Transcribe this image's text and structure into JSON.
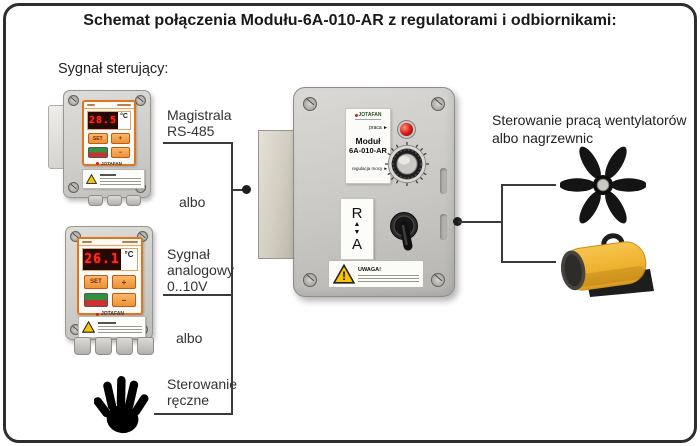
{
  "title": "Schemat połączenia Modułu-6A-010-AR z regulatorami i odbiornikami:",
  "signal_heading": "Sygnał sterujący:",
  "labels": {
    "rs485_line1": "Magistrala",
    "rs485_line2": "RS-485",
    "or1": "albo",
    "analog_line1": "Sygnał",
    "analog_line2": "analogowy",
    "analog_line3": "0..10V",
    "or2": "albo",
    "manual_line1": "Sterowanie",
    "manual_line2": "ręczne"
  },
  "controller1": {
    "reading": "28.5",
    "unit": "°C",
    "set": "SET",
    "plus": "+",
    "minus": "−",
    "brand": "JOTAFAN"
  },
  "controller2": {
    "reading": "26.1",
    "unit": "°C",
    "set": "SET",
    "plus": "+",
    "minus": "−",
    "brand": "JOTAFAN"
  },
  "module": {
    "brand": "JOTAFAN",
    "led_label": "praca",
    "arrow": "►",
    "name_line1": "Moduł",
    "name_line2": "6A-010-AR",
    "knob_label": "regulacja mocy",
    "mode_r": "R",
    "mode_up": "▲",
    "mode_down": "▼",
    "mode_a": "A",
    "warning_title": "UWAGA!",
    "warning_mark": "!"
  },
  "output_caption": {
    "line1": "Sterowanie pracą wentylatorów",
    "line2": "albo nagrzewnic"
  },
  "colors": {
    "accent_orange": "#e0761e",
    "led_red": "#f73022",
    "heater_yellow": "#f0b43c",
    "line": "#3a3a3a"
  }
}
